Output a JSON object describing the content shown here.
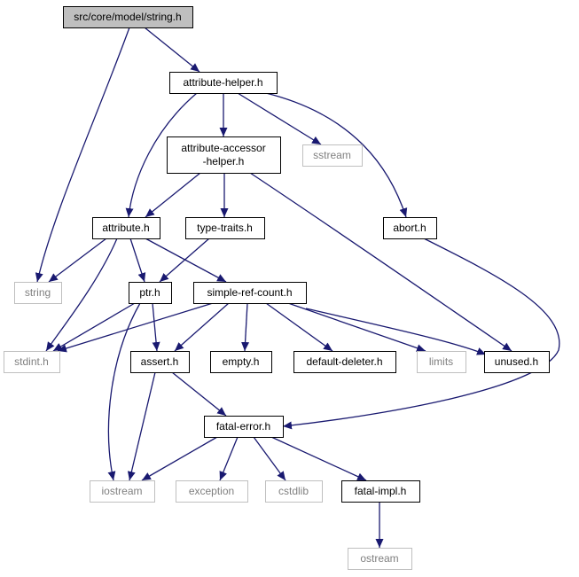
{
  "colors": {
    "edge": "#191970",
    "focus_fill": "#bfbfbf",
    "box_stroke": "#000000",
    "external_stroke": "#bfbfbf",
    "external_text": "#808080"
  },
  "nodes": [
    {
      "id": "string_h",
      "label": [
        "src/core/model/string.h"
      ],
      "kind": "focus"
    },
    {
      "id": "attribute_helper",
      "label": [
        "attribute-helper.h"
      ],
      "kind": "header"
    },
    {
      "id": "string",
      "label": [
        "string"
      ],
      "kind": "external"
    },
    {
      "id": "attribute_accessor_helper",
      "label": [
        "attribute-accessor",
        "-helper.h"
      ],
      "kind": "header"
    },
    {
      "id": "sstream",
      "label": [
        "sstream"
      ],
      "kind": "external"
    },
    {
      "id": "abort",
      "label": [
        "abort.h"
      ],
      "kind": "header"
    },
    {
      "id": "attribute",
      "label": [
        "attribute.h"
      ],
      "kind": "header"
    },
    {
      "id": "type_traits",
      "label": [
        "type-traits.h"
      ],
      "kind": "header"
    },
    {
      "id": "ptr",
      "label": [
        "ptr.h"
      ],
      "kind": "header"
    },
    {
      "id": "simple_ref_count",
      "label": [
        "simple-ref-count.h"
      ],
      "kind": "header"
    },
    {
      "id": "stdint",
      "label": [
        "stdint.h"
      ],
      "kind": "external"
    },
    {
      "id": "assert",
      "label": [
        "assert.h"
      ],
      "kind": "header"
    },
    {
      "id": "empty",
      "label": [
        "empty.h"
      ],
      "kind": "header"
    },
    {
      "id": "default_deleter",
      "label": [
        "default-deleter.h"
      ],
      "kind": "header"
    },
    {
      "id": "limits",
      "label": [
        "limits"
      ],
      "kind": "external"
    },
    {
      "id": "unused",
      "label": [
        "unused.h"
      ],
      "kind": "header"
    },
    {
      "id": "fatal_error",
      "label": [
        "fatal-error.h"
      ],
      "kind": "header"
    },
    {
      "id": "iostream",
      "label": [
        "iostream"
      ],
      "kind": "external"
    },
    {
      "id": "exception",
      "label": [
        "exception"
      ],
      "kind": "external"
    },
    {
      "id": "cstdlib",
      "label": [
        "cstdlib"
      ],
      "kind": "external"
    },
    {
      "id": "fatal_impl",
      "label": [
        "fatal-impl.h"
      ],
      "kind": "header"
    },
    {
      "id": "ostream",
      "label": [
        "ostream"
      ],
      "kind": "external"
    }
  ],
  "edges": [
    {
      "from": "string_h",
      "to": "string"
    },
    {
      "from": "string_h",
      "to": "attribute_helper"
    },
    {
      "from": "attribute_helper",
      "to": "attribute"
    },
    {
      "from": "attribute_helper",
      "to": "attribute_accessor_helper"
    },
    {
      "from": "attribute_helper",
      "to": "sstream"
    },
    {
      "from": "attribute_helper",
      "to": "abort"
    },
    {
      "from": "attribute_accessor_helper",
      "to": "attribute"
    },
    {
      "from": "attribute_accessor_helper",
      "to": "type_traits"
    },
    {
      "from": "attribute_accessor_helper",
      "to": "unused"
    },
    {
      "from": "abort",
      "to": "fatal_error"
    },
    {
      "from": "attribute",
      "to": "string"
    },
    {
      "from": "attribute",
      "to": "stdint"
    },
    {
      "from": "attribute",
      "to": "ptr"
    },
    {
      "from": "attribute",
      "to": "simple_ref_count"
    },
    {
      "from": "type_traits",
      "to": "ptr"
    },
    {
      "from": "ptr",
      "to": "stdint"
    },
    {
      "from": "ptr",
      "to": "assert"
    },
    {
      "from": "ptr",
      "to": "iostream"
    },
    {
      "from": "simple_ref_count",
      "to": "stdint"
    },
    {
      "from": "simple_ref_count",
      "to": "assert"
    },
    {
      "from": "simple_ref_count",
      "to": "empty"
    },
    {
      "from": "simple_ref_count",
      "to": "default_deleter"
    },
    {
      "from": "simple_ref_count",
      "to": "limits"
    },
    {
      "from": "simple_ref_count",
      "to": "unused"
    },
    {
      "from": "assert",
      "to": "fatal_error"
    },
    {
      "from": "assert",
      "to": "iostream"
    },
    {
      "from": "fatal_error",
      "to": "iostream"
    },
    {
      "from": "fatal_error",
      "to": "exception"
    },
    {
      "from": "fatal_error",
      "to": "cstdlib"
    },
    {
      "from": "fatal_error",
      "to": "fatal_impl"
    },
    {
      "from": "fatal_impl",
      "to": "ostream"
    }
  ]
}
